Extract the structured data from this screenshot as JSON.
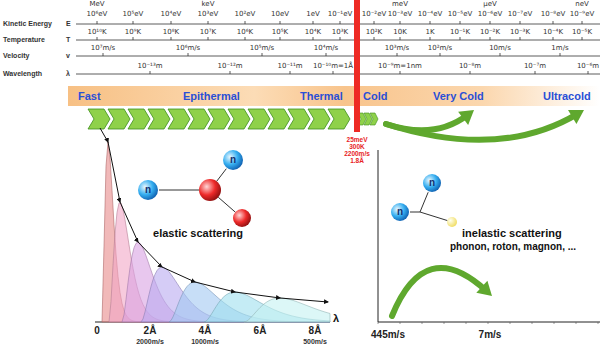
{
  "diagram": {
    "nodes": [
      {
        "text": [
          "Fast",
          "Epithermal",
          "Thermal",
          "Cold",
          "Very Cold",
          "Ultracold"
        ]
      },
      {
        "text": [
          "n"
        ]
      },
      {
        "text": [
          "n"
        ]
      },
      {
        "text": [
          "n"
        ]
      },
      {
        "text": [
          "n"
        ]
      }
    ],
    "labels": [
      "MeV",
      "keV",
      "meV",
      "μeV",
      "neV",
      "10⁶eV",
      "10⁵eV",
      "10⁴eV",
      "10³eV",
      "10²eV",
      "10eV",
      "1eV",
      "10⁻¹eV",
      "10⁻²eV",
      "10⁻³eV",
      "10⁻⁴eV",
      "10⁻⁵eV",
      "10⁻⁶eV",
      "10⁻⁷eV",
      "10⁻⁸eV",
      "10⁻⁹eV",
      "Kinetic Energy",
      "E",
      "10¹⁰K",
      "10⁹K",
      "10⁸K",
      "10⁷K",
      "10⁶K",
      "10⁵K",
      "10⁴K",
      "10³K",
      "10²K",
      "10K",
      "1K",
      "10⁻¹K",
      "10⁻²K",
      "10⁻³K",
      "10⁻⁴K",
      "10⁻⁵K",
      "Temperature",
      "T",
      "10⁷m/s",
      "10⁶m/s",
      "10⁵m/s",
      "10⁴m/s",
      "10³m/s",
      "10²m/s",
      "10m/s",
      "1m/s",
      "Velocity",
      "v",
      "10⁻¹³m",
      "10⁻¹²m",
      "10⁻¹¹m",
      "10⁻¹⁰m=1Å",
      "10⁻⁹m=1nm",
      "10⁻⁸m",
      "10⁻⁷m",
      "10⁻⁶m",
      "Wavelength",
      "λ",
      "25meV",
      "300K",
      "2200m/s",
      "1.8Å",
      "elastic scattering",
      "0",
      "2Å",
      "4Å",
      "6Å",
      "8Å",
      "λ",
      "2000m/s",
      "1000m/s",
      "500m/s",
      "inelastic scattering",
      "phonon, roton, magnon, ...",
      "445m/s",
      "7m/s"
    ]
  }
}
